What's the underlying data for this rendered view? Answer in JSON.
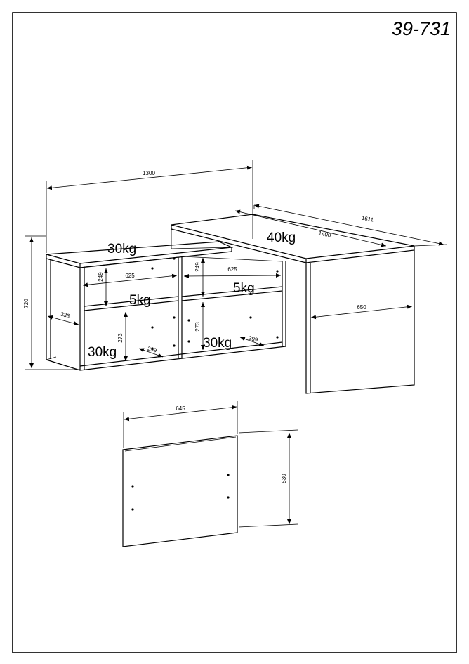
{
  "diagram": {
    "code": "39-731",
    "dimensions": {
      "desk_width": "1300",
      "return_length": "1611",
      "return_top_length": "1400",
      "return_depth": "650",
      "height": "720",
      "depth": "333",
      "shelf_width_left": "625",
      "shelf_width_right": "625",
      "top_shelf_height_left": "249",
      "top_shelf_height_right": "249",
      "bottom_shelf_height_left": "273",
      "bottom_shelf_height_right": "273",
      "bottom_depth_left": "299",
      "bottom_depth_right": "299",
      "panel_width": "645",
      "panel_height": "530"
    },
    "loads": {
      "top_desk": "30kg",
      "return_top": "40kg",
      "shelf_left": "5kg",
      "shelf_right": "5kg",
      "bottom_left": "30kg",
      "bottom_right": "30kg"
    }
  }
}
